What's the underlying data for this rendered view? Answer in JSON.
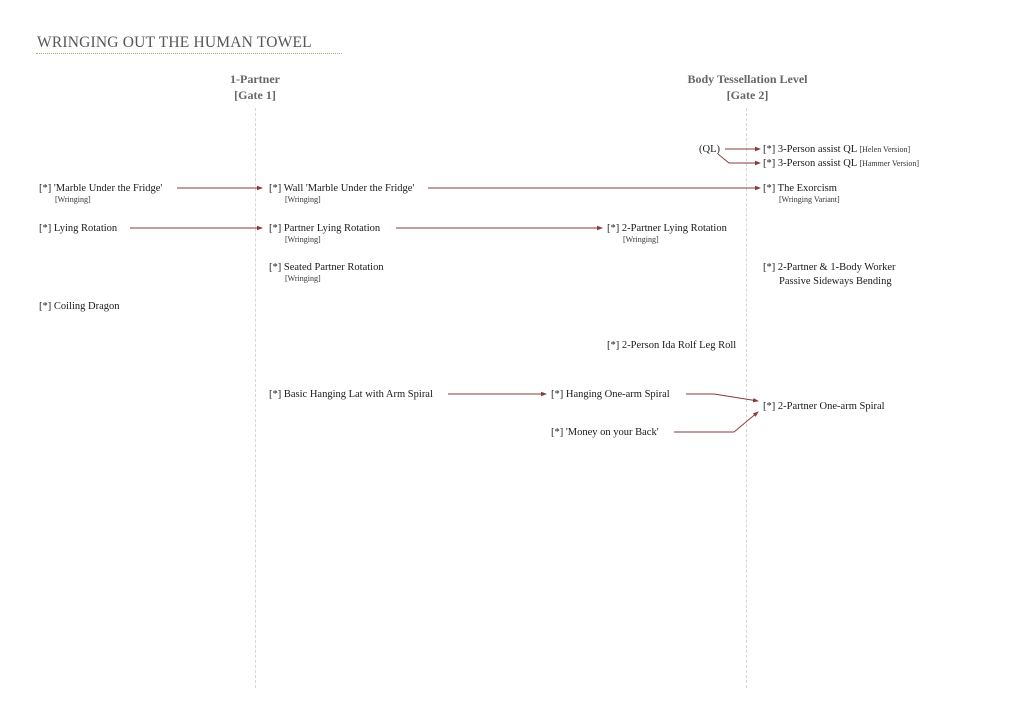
{
  "title": "WRINGING OUT THE HUMAN TOWEL",
  "colors": {
    "arrow": "#8b3a3a",
    "gridline": "#d6d6d6",
    "title_underline": "#b5a46a",
    "text": "#1a1a1a"
  },
  "columns": [
    {
      "label": "1-Partner",
      "sub": "[Gate 1]"
    },
    {
      "label": "Body Tessellation Level",
      "sub": "[Gate 2]"
    }
  ],
  "ql": {
    "label": "(QL)",
    "targets": [
      {
        "text": "[*] 3-Person assist QL",
        "note": "[Helen Version]"
      },
      {
        "text": "[*] 3-Person assist QL",
        "note": "[Hammer Version]"
      }
    ]
  },
  "nodes": {
    "marble": {
      "text": "[*] 'Marble Under the Fridge'",
      "sub": "[Wringing]"
    },
    "wall_marble": {
      "text": "[*] Wall 'Marble Under the Fridge'",
      "sub": "[Wringing]"
    },
    "exorcism": {
      "text": "[*] The Exorcism",
      "sub": "[Wringing Variant]"
    },
    "lying_rotation": {
      "text": "[*] Lying Rotation"
    },
    "partner_lying_rotation": {
      "text": "[*] Partner Lying Rotation",
      "sub": "[Wringing]"
    },
    "two_partner_lying_rotation": {
      "text": "[*] 2-Partner Lying Rotation",
      "sub": "[Wringing]"
    },
    "seated_partner_rotation": {
      "text": "[*] Seated Partner Rotation",
      "sub": "[Wringing]"
    },
    "sideways_bending": {
      "text": "[*] 2-Partner & 1-Body Worker",
      "line2": "Passive Sideways Bending"
    },
    "coiling_dragon": {
      "text": "[*] Coiling Dragon"
    },
    "ida_rolf": {
      "text": "[*] 2-Person Ida Rolf Leg Roll"
    },
    "basic_hanging": {
      "text": "[*] Basic Hanging Lat with Arm Spiral"
    },
    "hanging_one_arm": {
      "text": "[*] Hanging One-arm Spiral"
    },
    "money_back": {
      "text": "[*] 'Money on your Back'"
    },
    "two_partner_one_arm": {
      "text": "[*] 2-Partner One-arm Spiral"
    }
  }
}
